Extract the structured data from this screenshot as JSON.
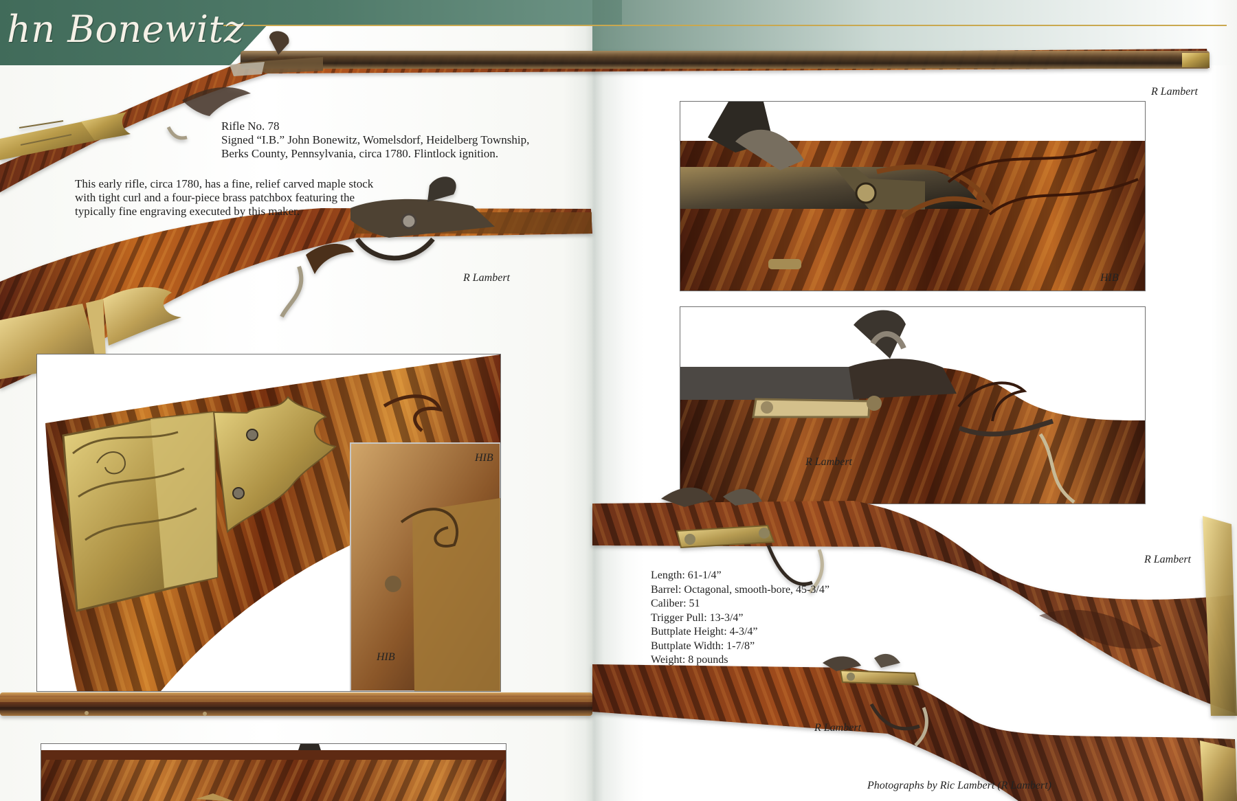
{
  "page": {
    "title": "hn Bonewitz",
    "right_header_mark": ""
  },
  "captions": {
    "rifle_heading": "Rifle No. 78",
    "signed_line_1": "Signed “I.B.” John Bonewitz, Womelsdorf, Heidelberg Township,",
    "signed_line_2": "Berks County, Pennsylvania, circa 1780. Flintlock ignition.",
    "description_line_1": "This early rifle, circa 1780, has a fine, relief carved maple stock",
    "description_line_2": "with tight curl and a four-piece brass patchbox featuring the",
    "description_line_3": "typically fine engraving executed by this maker."
  },
  "credits": {
    "top_right": "R Lambert",
    "middle_left": "R Lambert",
    "patchbox_detail": "HIB",
    "inset_detail": "HIB",
    "lock_detail_top": "HIB",
    "lock_detail_bottom": "R Lambert",
    "right_full": "R Lambert",
    "bottom_right": "R Lambert"
  },
  "specs": [
    {
      "label": "Length:",
      "value": "61-1/4”"
    },
    {
      "label": "Barrel:",
      "value": "Octagonal, smooth-bore, 45-3/4”"
    },
    {
      "label": "Caliber:",
      "value": "51"
    },
    {
      "label": "Trigger Pull:",
      "value": "13-3/4”"
    },
    {
      "label": "Buttplate Height:",
      "value": "4-3/4”"
    },
    {
      "label": "Buttplate Width:",
      "value": "1-7/8”"
    },
    {
      "label": "Weight:",
      "value": "8 pounds"
    }
  ],
  "footer": {
    "photographs_line": "Photographs by Ric Lambert (R Lambert)"
  }
}
